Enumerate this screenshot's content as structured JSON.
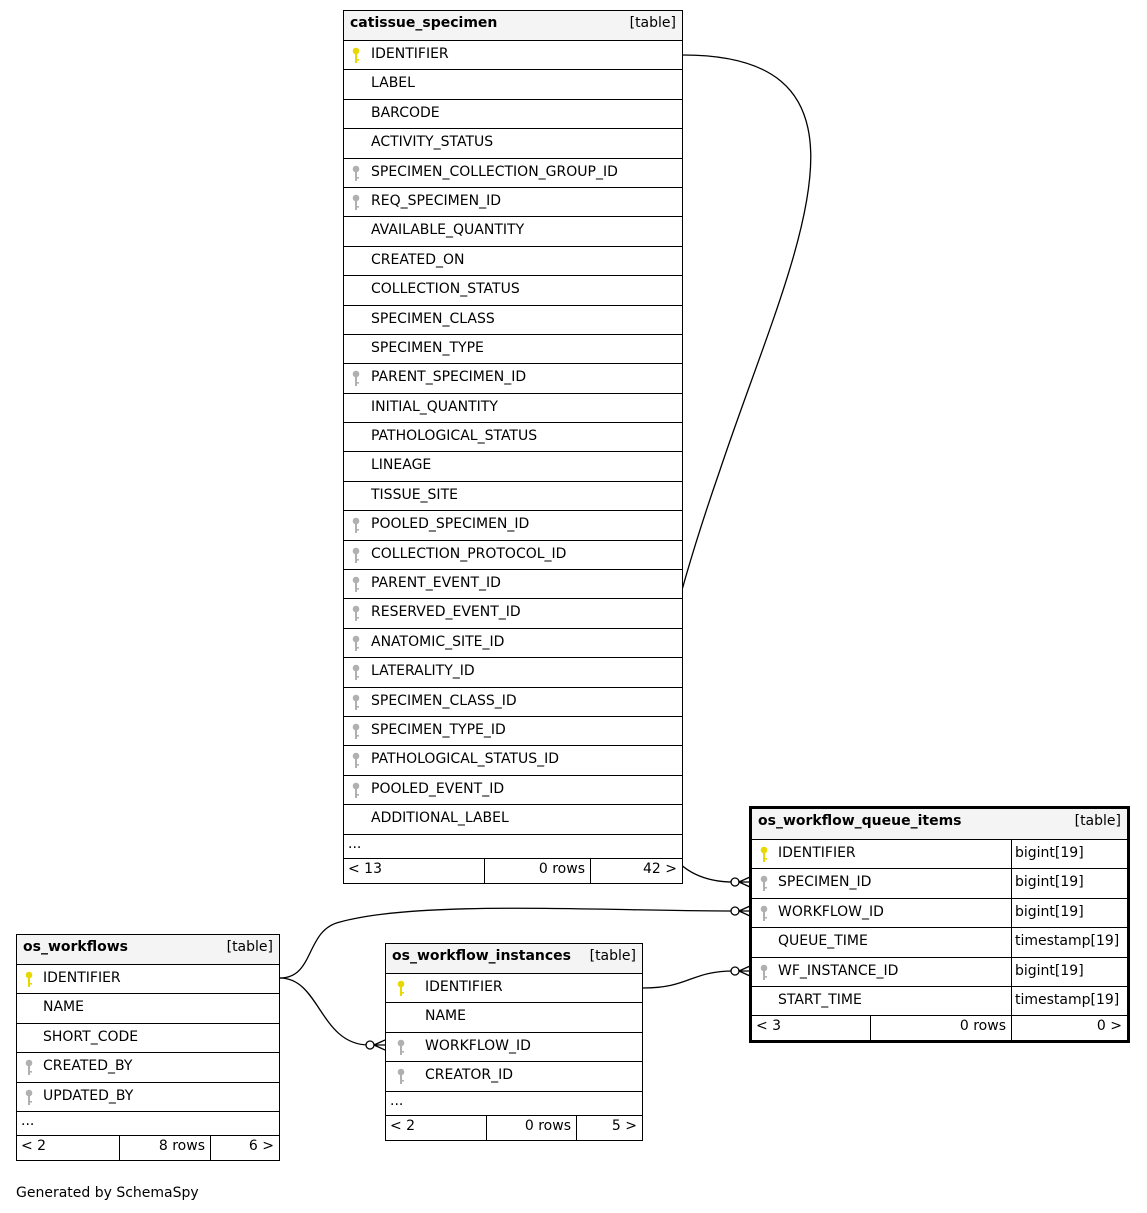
{
  "tables": {
    "catissue_specimen": {
      "name": "catissue_specimen",
      "kind": "[table]",
      "columns": [
        {
          "name": "IDENTIFIER",
          "key": "pk"
        },
        {
          "name": "LABEL",
          "key": ""
        },
        {
          "name": "BARCODE",
          "key": ""
        },
        {
          "name": "ACTIVITY_STATUS",
          "key": ""
        },
        {
          "name": "SPECIMEN_COLLECTION_GROUP_ID",
          "key": "fk"
        },
        {
          "name": "REQ_SPECIMEN_ID",
          "key": "fk"
        },
        {
          "name": "AVAILABLE_QUANTITY",
          "key": ""
        },
        {
          "name": "CREATED_ON",
          "key": ""
        },
        {
          "name": "COLLECTION_STATUS",
          "key": ""
        },
        {
          "name": "SPECIMEN_CLASS",
          "key": ""
        },
        {
          "name": "SPECIMEN_TYPE",
          "key": ""
        },
        {
          "name": "PARENT_SPECIMEN_ID",
          "key": "fk"
        },
        {
          "name": "INITIAL_QUANTITY",
          "key": ""
        },
        {
          "name": "PATHOLOGICAL_STATUS",
          "key": ""
        },
        {
          "name": "LINEAGE",
          "key": ""
        },
        {
          "name": "TISSUE_SITE",
          "key": ""
        },
        {
          "name": "POOLED_SPECIMEN_ID",
          "key": "fk"
        },
        {
          "name": "COLLECTION_PROTOCOL_ID",
          "key": "fk"
        },
        {
          "name": "PARENT_EVENT_ID",
          "key": "fk"
        },
        {
          "name": "RESERVED_EVENT_ID",
          "key": "fk"
        },
        {
          "name": "ANATOMIC_SITE_ID",
          "key": "fk"
        },
        {
          "name": "LATERALITY_ID",
          "key": "fk"
        },
        {
          "name": "SPECIMEN_CLASS_ID",
          "key": "fk"
        },
        {
          "name": "SPECIMEN_TYPE_ID",
          "key": "fk"
        },
        {
          "name": "PATHOLOGICAL_STATUS_ID",
          "key": "fk"
        },
        {
          "name": "POOLED_EVENT_ID",
          "key": "fk"
        },
        {
          "name": "ADDITIONAL_LABEL",
          "key": ""
        }
      ],
      "ellipsis": "...",
      "footer": {
        "parents": "< 13",
        "rows": "0 rows",
        "children": "42 >"
      }
    },
    "os_workflow_queue_items": {
      "name": "os_workflow_queue_items",
      "kind": "[table]",
      "columns": [
        {
          "name": "IDENTIFIER",
          "key": "pk",
          "type": "bigint[19]"
        },
        {
          "name": "SPECIMEN_ID",
          "key": "fk",
          "type": "bigint[19]"
        },
        {
          "name": "WORKFLOW_ID",
          "key": "fk",
          "type": "bigint[19]"
        },
        {
          "name": "QUEUE_TIME",
          "key": "",
          "type": "timestamp[19]"
        },
        {
          "name": "WF_INSTANCE_ID",
          "key": "fk",
          "type": "bigint[19]"
        },
        {
          "name": "START_TIME",
          "key": "",
          "type": "timestamp[19]"
        }
      ],
      "footer": {
        "parents": "< 3",
        "rows": "0 rows",
        "children": "0 >"
      }
    },
    "os_workflows": {
      "name": "os_workflows",
      "kind": "[table]",
      "columns": [
        {
          "name": "IDENTIFIER",
          "key": "pk"
        },
        {
          "name": "NAME",
          "key": ""
        },
        {
          "name": "SHORT_CODE",
          "key": ""
        },
        {
          "name": "CREATED_BY",
          "key": "fk"
        },
        {
          "name": "UPDATED_BY",
          "key": "fk"
        }
      ],
      "ellipsis": "...",
      "footer": {
        "parents": "< 2",
        "rows": "8 rows",
        "children": "6 >"
      }
    },
    "os_workflow_instances": {
      "name": "os_workflow_instances",
      "kind": "[table]",
      "columns": [
        {
          "name": "IDENTIFIER",
          "key": "pk"
        },
        {
          "name": "NAME",
          "key": ""
        },
        {
          "name": "WORKFLOW_ID",
          "key": "fk"
        },
        {
          "name": "CREATOR_ID",
          "key": "fk"
        }
      ],
      "ellipsis": "...",
      "footer": {
        "parents": "< 2",
        "rows": "0 rows",
        "children": "5 >"
      }
    }
  },
  "colors": {
    "pk_key": "#e6d800",
    "fk_key": "#b0b0b0",
    "header_bg": "#f4f4f4"
  },
  "generated_by": "Generated by SchemaSpy"
}
